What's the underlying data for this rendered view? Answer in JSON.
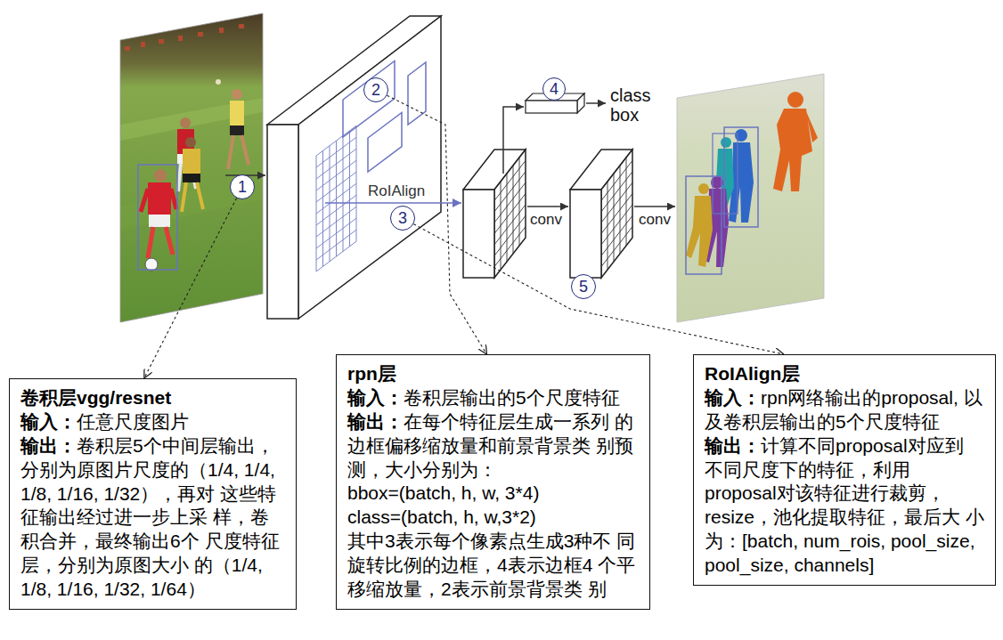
{
  "diagram": {
    "nodes": [
      {
        "text": [
          "1"
        ]
      },
      {
        "text": [
          "2"
        ]
      },
      {
        "text": [
          "3"
        ]
      },
      {
        "text": [
          "4"
        ]
      },
      {
        "text": [
          "5"
        ]
      },
      {
        "text": [
          "卷积层vgg/resnet",
          "输入：",
          "任意尺度图片",
          "输出：",
          "卷积层5个中间层输出， 分别为原图片尺度的（1/4, 1/4, 1/8, 1/16, 1/32），再对 这些特征输出经过进一步上采 样，卷积合并，最终输出6个 尺度特征层，分别为原图大小 的（1/4, 1/8, 1/16, 1/32, 1/64）"
        ]
      },
      {
        "text": [
          "rpn层",
          "输入：",
          "卷积层输出的5个尺度特征",
          "输出：",
          "在每个特征层生成一系列 的边框偏移缩放量和前景背景类 别预测，大小分别为：",
          "bbox=(batch, h, w, 3*4)",
          "class=(batch, h, w,3*2)",
          "其中3表示每个像素点生成3种不 同旋转比例的边框，4表示边框4 个平移缩放量，2表示前景背景类 别"
        ]
      },
      {
        "text": [
          "RoIAlign层",
          "输入：",
          "rpn网络输出的proposal, 以及卷积层输出的5个尺度特征",
          "输出：",
          "计算不同proposal对应到 不同尺度下的特征，利用 proposal对该特征进行裁剪， resize，池化提取特征，最后大 小为：[batch, num_rois, pool_size, pool_size, channels]"
        ]
      }
    ],
    "edges": [
      {
        "from": 0,
        "to": 5,
        "arrow": "to"
      },
      {
        "from": 1,
        "to": 6,
        "arrow": "to"
      },
      {
        "from": 2,
        "to": 7,
        "arrow": "to"
      }
    ],
    "labels": [
      "RoIAlign",
      "conv",
      "conv",
      "class box"
    ]
  }
}
